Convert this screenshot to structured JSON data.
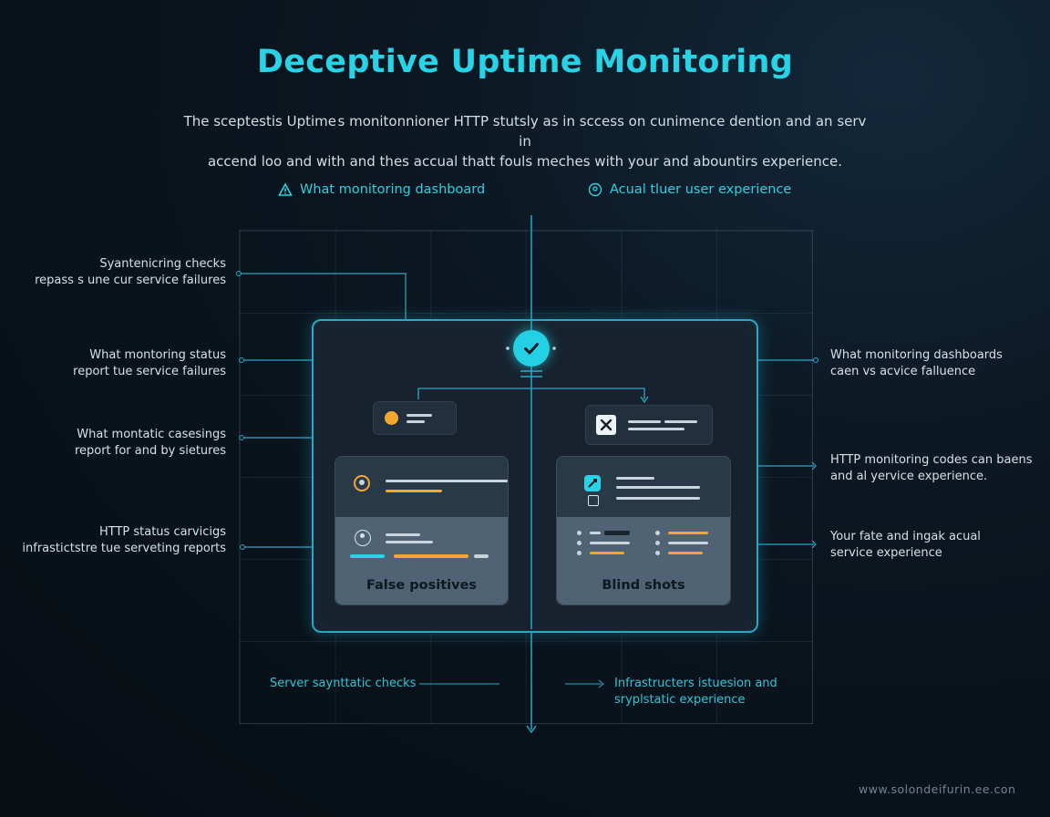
{
  "title": "Deceptive Uptime Monitoring",
  "subtitle_line1": "The sceptestis Uptime s monitonnioner HTTP stutsly as in sccess on cunimence dention and an serv in",
  "subtitle_line2": "accend loo and with and thes accual thatt fouls meches with your and abountirs experience.",
  "columns": {
    "left": "What monitoring dashboard",
    "right": "Acual tluer user experience"
  },
  "left_labels": [
    {
      "line1": "Syantenicring checks",
      "line2": "repass s une cur service failures"
    },
    {
      "line1": "What montoring status",
      "line2": "report tue service failures"
    },
    {
      "line1": "What montatic casesings",
      "line2": "report for and by sietures"
    },
    {
      "line1": "HTTP status carvicigs",
      "line2": "infrastictstre tue serveting reports"
    }
  ],
  "right_labels": [
    {
      "line1": "What monitoring dashboards",
      "line2": "caen vs acvice falluence"
    },
    {
      "line1": "HTTP monitoring codes can baens",
      "line2": "and al yervice experience."
    },
    {
      "line1": "Your fate and ingak acual",
      "line2": "service experience"
    }
  ],
  "bottom": {
    "left": "Server saynttatic checks",
    "right_line1": "Infrastructers istuesion and",
    "right_line2": "sryplstatic experience"
  },
  "cards": {
    "left_caption": "False positives",
    "right_caption": "Blind shots"
  },
  "watermark": "www.solondeifurin.ee.con",
  "colors": {
    "accent": "#27d3e6",
    "orange": "#f0a830",
    "panel_border": "#2aa8c4",
    "background": "#0b1620"
  }
}
